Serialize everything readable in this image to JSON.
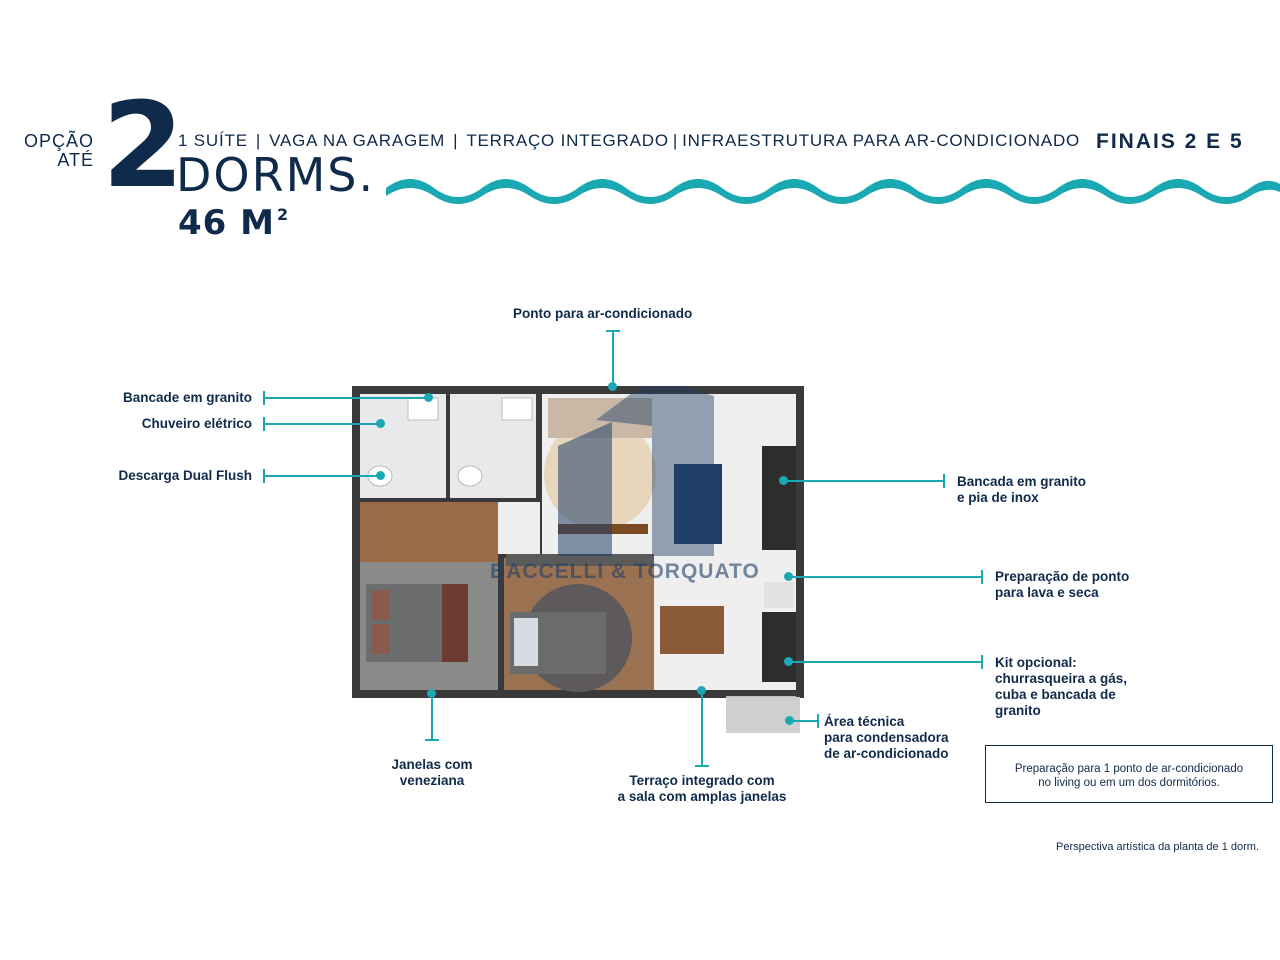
{
  "header": {
    "opcao_line1": "OPÇÃO",
    "opcao_line2": "ATÉ",
    "number": "2",
    "features": [
      "1 SUÍTE",
      "VAGA NA GARAGEM",
      "TERRAÇO INTEGRADO",
      "INFRAESTRUTURA PARA AR-CONDICIONADO"
    ],
    "dorms": "DORMS.",
    "area_value": "46 M",
    "area_unit_sup": "2",
    "finais": "FINAIS 2 E 5"
  },
  "labels": {
    "ponto_ar": "Ponto para ar-condicionado",
    "bancada_granito_left": "Bancade em granito",
    "chuveiro": "Chuveiro elétrico",
    "descarga": "Descarga Dual Flush",
    "bancada_inox_1": "Bancada em granito",
    "bancada_inox_2": "e pia de inox",
    "lava_seca_1": "Preparação de ponto",
    "lava_seca_2": "para lava e seca",
    "kit_1": "Kit opcional:",
    "kit_2": "churrasqueira a gás,",
    "kit_3": "cuba e bancada de",
    "kit_4": "granito",
    "area_tecnica_1": "Área técnica",
    "area_tecnica_2": "para condensadora",
    "area_tecnica_3": "de ar-condicionado",
    "janelas_1": "Janelas com",
    "janelas_2": "veneziana",
    "terraco_1": "Terraço integrado com",
    "terraco_2": "a sala com amplas janelas"
  },
  "note": {
    "line1": "Preparação para 1 ponto de ar-condicionado",
    "line2": "no living ou em um dos dormitórios."
  },
  "watermark": "BACCELLI & TORQUATO",
  "footnote": "Perspectiva artística da planta de 1 dorm.",
  "colors": {
    "navy": "#0f2a4a",
    "teal": "#1aa9b3"
  }
}
